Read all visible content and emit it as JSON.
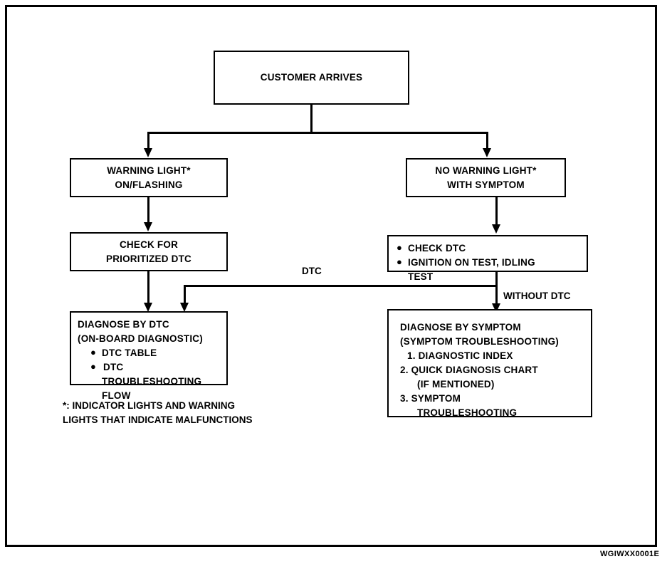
{
  "figure": {
    "code": "WGIWXX0001E"
  },
  "nodes": {
    "customer_arrives": {
      "label": "CUSTOMER ARRIVES"
    },
    "warning_light": {
      "label": "WARNING LIGHT*\nON/FLASHING"
    },
    "no_warning_light": {
      "label": "NO WARNING LIGHT*\nWITH SYMPTOM"
    },
    "check_prioritized_dtc": {
      "label": "CHECK FOR\nPRIORITIZED DTC"
    },
    "check_dtc_tests": {
      "bullet": "●",
      "items": [
        "CHECK DTC",
        "IGNITION ON TEST, IDLING",
        "TEST"
      ]
    },
    "diagnose_by_dtc": {
      "title": "DIAGNOSE BY DTC",
      "subtitle": "(ON-BOARD DIAGNOSTIC)",
      "bullet": "●",
      "items": [
        "DTC TABLE",
        "DTC",
        "TROUBLESHOOTING",
        "FLOW"
      ]
    },
    "diagnose_by_symptom": {
      "title": "DIAGNOSE BY SYMPTOM",
      "subtitle": "(SYMPTOM TROUBLESHOOTING)",
      "items": [
        "1. DIAGNOSTIC INDEX",
        "2. QUICK DIAGNOSIS CHART",
        "(IF MENTIONED)",
        "3. SYMPTOM",
        "TROUBLESHOOTING"
      ]
    }
  },
  "edge_labels": {
    "dtc": "DTC",
    "without_dtc": "WITHOUT DTC"
  },
  "footnote": {
    "text": "*: INDICATOR LIGHTS AND WARNING\n    LIGHTS THAT INDICATE MALFUNCTIONS"
  },
  "colors": {
    "ink": "#000000",
    "paper": "#ffffff"
  }
}
